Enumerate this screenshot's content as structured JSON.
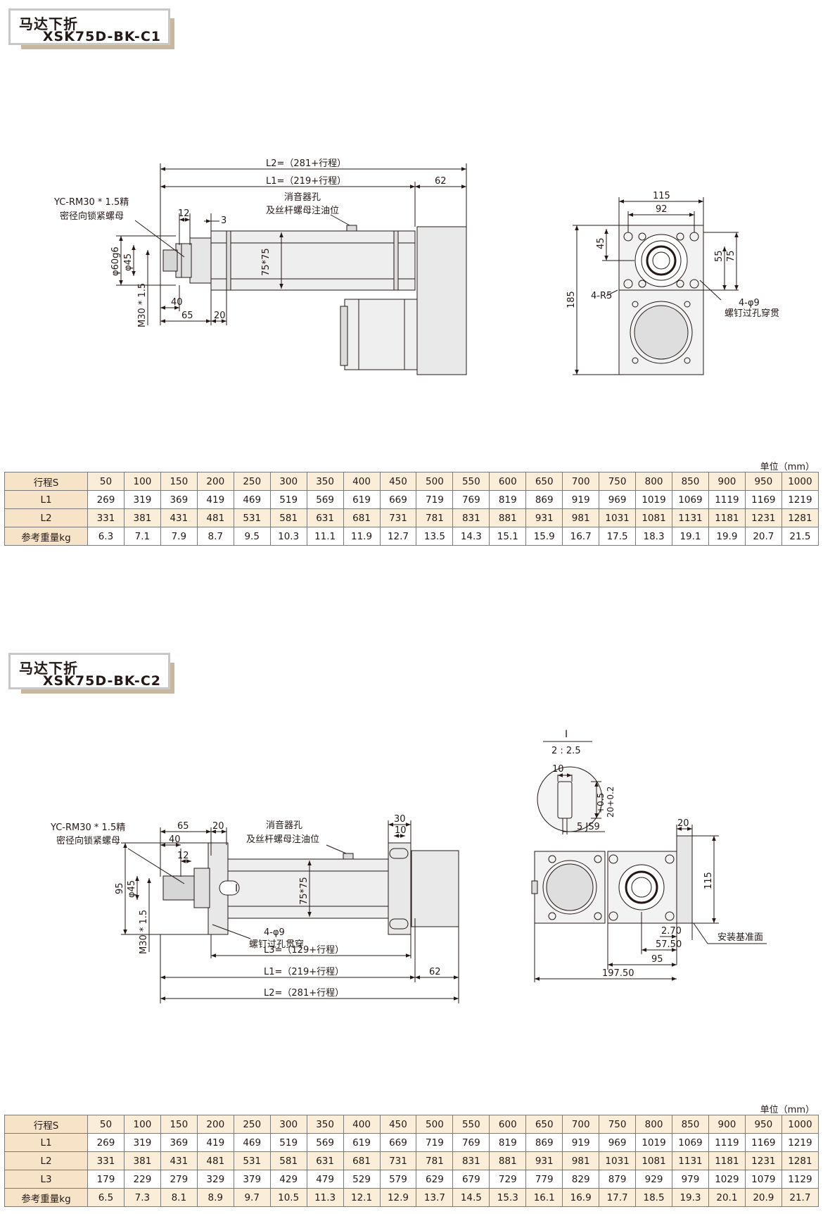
{
  "sections": [
    {
      "title_cn": "马达下折",
      "model": "XSK75D-BK-C1",
      "labels": {
        "L2": "L2=（281+行程）",
        "L1": "L1=（219+行程）",
        "d62": "62",
        "nut1": "YC-RM30 * 1.5精",
        "nut2": "密径向锁紧螺母",
        "d12": "12",
        "d3": "3",
        "muffler1": "消音器孔",
        "muffler2": "及丝杆螺母注油位",
        "d60g6": "φ60g6",
        "d45": "φ45",
        "m30": "M30 * 1.5",
        "d7575": "75*75",
        "d40": "40",
        "d65": "65",
        "d20": "20",
        "d115": "115",
        "d92": "92",
        "d45b": "45",
        "d55": "55",
        "d75": "75",
        "d185": "185",
        "r5": "4-R5",
        "hole1": "4-φ9",
        "hole2": "螺钉过孔穿贯"
      },
      "unit": "单位（mm）",
      "table": {
        "rows": [
          {
            "label": "行程S",
            "values": [
              "50",
              "100",
              "150",
              "200",
              "250",
              "300",
              "350",
              "400",
              "450",
              "500",
              "550",
              "600",
              "650",
              "700",
              "750",
              "800",
              "850",
              "900",
              "950",
              "1000"
            ]
          },
          {
            "label": "L1",
            "values": [
              "269",
              "319",
              "369",
              "419",
              "469",
              "519",
              "569",
              "619",
              "669",
              "719",
              "769",
              "819",
              "869",
              "919",
              "969",
              "1019",
              "1069",
              "1119",
              "1169",
              "1219"
            ]
          },
          {
            "label": "L2",
            "values": [
              "331",
              "381",
              "431",
              "481",
              "531",
              "581",
              "631",
              "681",
              "731",
              "781",
              "831",
              "881",
              "931",
              "981",
              "1031",
              "1081",
              "1131",
              "1181",
              "1231",
              "1281"
            ]
          },
          {
            "label": "参考重量kg",
            "values": [
              "6.3",
              "7.1",
              "7.9",
              "8.7",
              "9.5",
              "10.3",
              "11.1",
              "11.9",
              "12.7",
              "13.5",
              "14.3",
              "15.1",
              "15.9",
              "16.7",
              "17.5",
              "18.3",
              "19.1",
              "19.9",
              "20.7",
              "21.5"
            ]
          }
        ]
      }
    },
    {
      "title_cn": "马达下折",
      "model": "XSK75D-BK-C2",
      "labels": {
        "nut1": "YC-RM30 * 1.5精",
        "nut2": "密径向锁紧螺母",
        "d65": "65",
        "d20": "20",
        "d40": "40",
        "d12": "12",
        "muffler1": "消音器孔",
        "muffler2": "及丝杆螺母注油位",
        "d30": "30",
        "d10": "10",
        "d95": "95",
        "d45": "φ45",
        "d7575": "75*75",
        "mark": "I",
        "m30": "M30 * 1.5",
        "hole1": "4-φ9",
        "hole2": "螺钉过孔贯穿",
        "L3": "L3=（129+行程）",
        "L1": "L1=（219+行程）",
        "d62": "62",
        "L2": "L2=（281+行程）",
        "detail": "I",
        "scale": "2 : 2.5",
        "dd10": "10",
        "tol1": "+0.5",
        "tol2": "20+0.2",
        "key": "5 JS9",
        "r20": "20",
        "r115": "115",
        "r270": "2.70",
        "r5750": "57.50",
        "r95": "95",
        "r19750": "197.50",
        "base": "安装基准面"
      },
      "unit": "单位（mm）",
      "table": {
        "rows": [
          {
            "label": "行程S",
            "values": [
              "50",
              "100",
              "150",
              "200",
              "250",
              "300",
              "350",
              "400",
              "450",
              "500",
              "550",
              "600",
              "650",
              "700",
              "750",
              "800",
              "850",
              "900",
              "950",
              "1000"
            ]
          },
          {
            "label": "L1",
            "values": [
              "269",
              "319",
              "369",
              "419",
              "469",
              "519",
              "569",
              "619",
              "669",
              "719",
              "769",
              "819",
              "869",
              "919",
              "969",
              "1019",
              "1069",
              "1119",
              "1169",
              "1219"
            ]
          },
          {
            "label": "L2",
            "values": [
              "331",
              "381",
              "431",
              "481",
              "531",
              "581",
              "631",
              "681",
              "731",
              "781",
              "831",
              "881",
              "931",
              "981",
              "1031",
              "1081",
              "1131",
              "1181",
              "1231",
              "1281"
            ]
          },
          {
            "label": "L3",
            "values": [
              "179",
              "229",
              "279",
              "329",
              "379",
              "429",
              "479",
              "529",
              "579",
              "629",
              "679",
              "729",
              "779",
              "829",
              "879",
              "929",
              "979",
              "1029",
              "1079",
              "1129"
            ]
          },
          {
            "label": "参考重量kg",
            "values": [
              "6.5",
              "7.3",
              "8.1",
              "8.9",
              "9.7",
              "10.5",
              "11.3",
              "12.1",
              "12.9",
              "13.7",
              "14.5",
              "15.3",
              "16.1",
              "16.9",
              "17.7",
              "18.5",
              "19.3",
              "20.1",
              "20.9",
              "21.7"
            ]
          }
        ]
      }
    }
  ]
}
